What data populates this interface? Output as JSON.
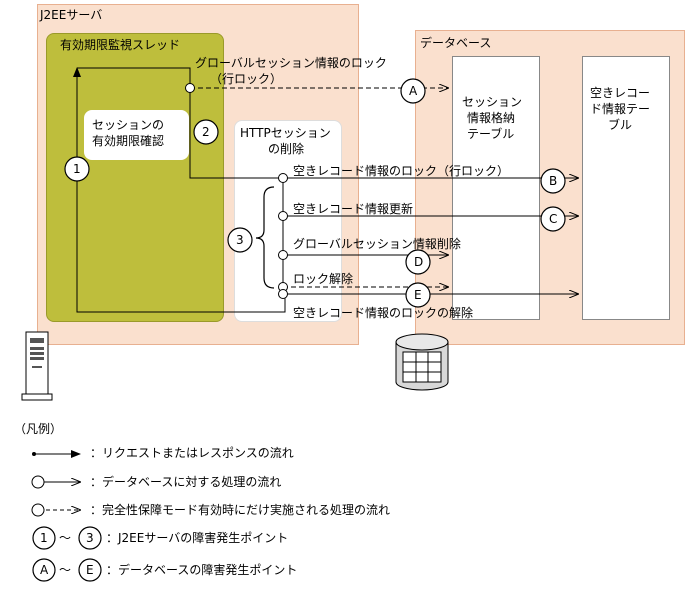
{
  "labels": {
    "j2ee_server": "J2EEサーバ",
    "thread": "有効期限監視スレッド",
    "database": "データベース",
    "session_check_1": "セッションの",
    "session_check_2": "有効期限確認",
    "http_delete_1": "HTTPセッション",
    "http_delete_2": "の削除",
    "session_table_1": "セッション",
    "session_table_2": "情報格納",
    "session_table_3": "テーブル",
    "free_table_1": "空きレコー",
    "free_table_2": "ド情報テー",
    "free_table_3": "ブル"
  },
  "flows": {
    "global_lock_1": "グローバルセッション情報のロック",
    "global_lock_2": "（行ロック）",
    "free_lock": "空きレコード情報のロック（行ロック）",
    "free_update": "空きレコード情報更新",
    "global_delete": "グローバルセッション情報削除",
    "unlock": "ロック解除",
    "free_unlock": "空きレコード情報のロックの解除"
  },
  "markers": {
    "n1": "1",
    "n2": "2",
    "n3": "3",
    "a": "A",
    "b": "B",
    "c": "C",
    "d": "D",
    "e": "E"
  },
  "legend": {
    "title": "（凡例）",
    "request": "：リクエストまたはレスポンスの流れ",
    "db": "：データベースに対する処理の流れ",
    "integrity": "：完全性保障モード有効時にだけ実施される処理の流れ",
    "range_tilde": "～",
    "j2ee_fault": "：J2EEサーバの障害発生ポイント",
    "db_fault": "：データベースの障害発生ポイント"
  },
  "colors": {
    "server_bg": "#FAE0CE",
    "server_border": "#E8B090",
    "thread_bg": "#BEBE3C",
    "thread_border": "#9A9A2A",
    "white": "#FFFFFF"
  }
}
